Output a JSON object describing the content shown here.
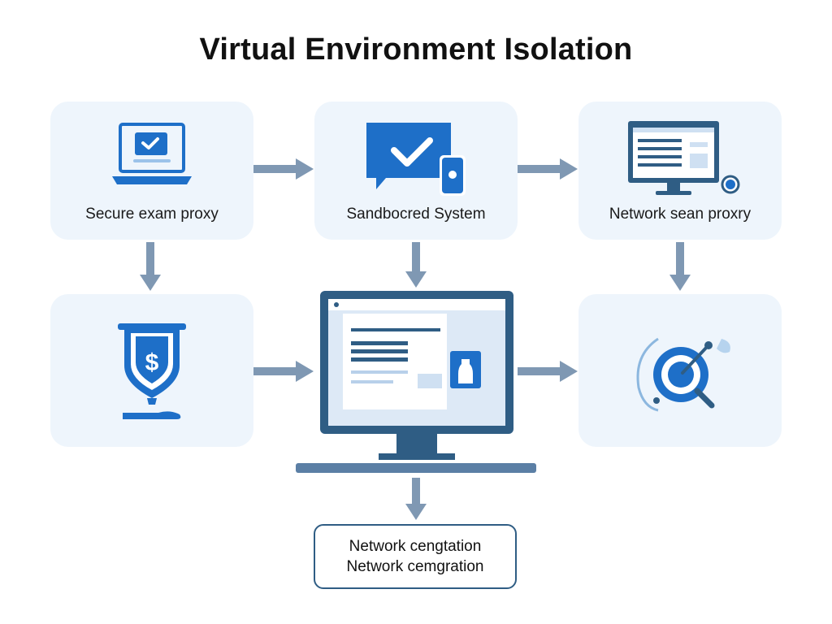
{
  "title": "Virtual Environment Isolation",
  "nodes": {
    "secure_exam_proxy": {
      "label": "Secure exam proxy",
      "icon": "laptop-check-icon"
    },
    "sandboxed_system": {
      "label": "Sandbocred System",
      "icon": "chat-check-device-icon"
    },
    "network_scan_proxy": {
      "label": "Network sean proxry",
      "icon": "monitor-window-icon"
    },
    "shield_node": {
      "icon": "shield-dollar-icon"
    },
    "central_monitor": {
      "icon": "desktop-monitor-icon"
    },
    "target_node": {
      "icon": "target-search-icon"
    }
  },
  "result": {
    "lines": [
      "Network cengtation",
      "Network cemgration"
    ]
  },
  "colors": {
    "primary": "#1e6fc8",
    "dark": "#2f5d84",
    "card_bg": "#eef5fc",
    "arrow": "#7f98b3"
  }
}
